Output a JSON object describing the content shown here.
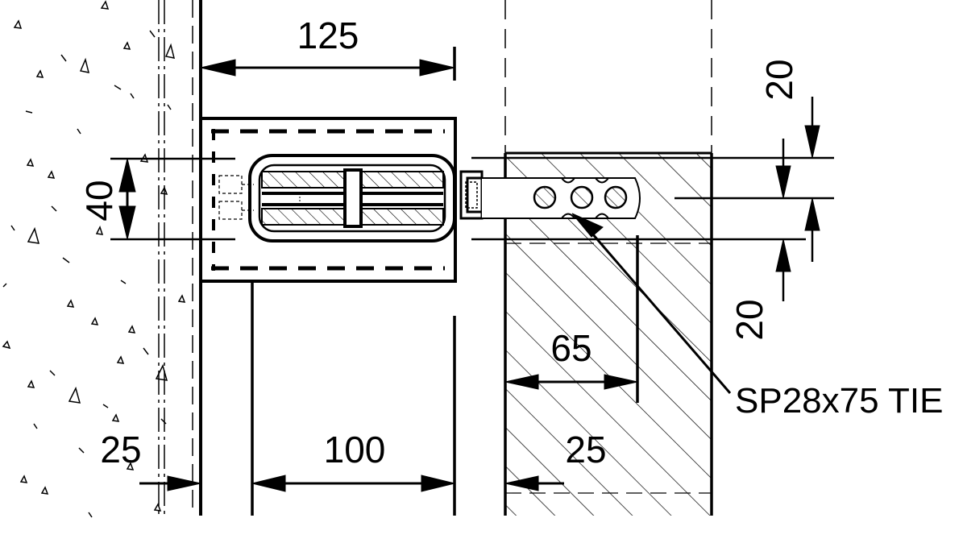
{
  "dimensions": {
    "bracket_width": "125",
    "tie_height": "40",
    "top_offset": "20",
    "bottom_offset": "20",
    "embed_depth": "65",
    "insulation_width": "100",
    "left_gap": "25",
    "right_gap": "25"
  },
  "callout": {
    "tie_label": "SP28x75 TIE"
  },
  "colors": {
    "line": "#000000",
    "background": "#ffffff"
  }
}
